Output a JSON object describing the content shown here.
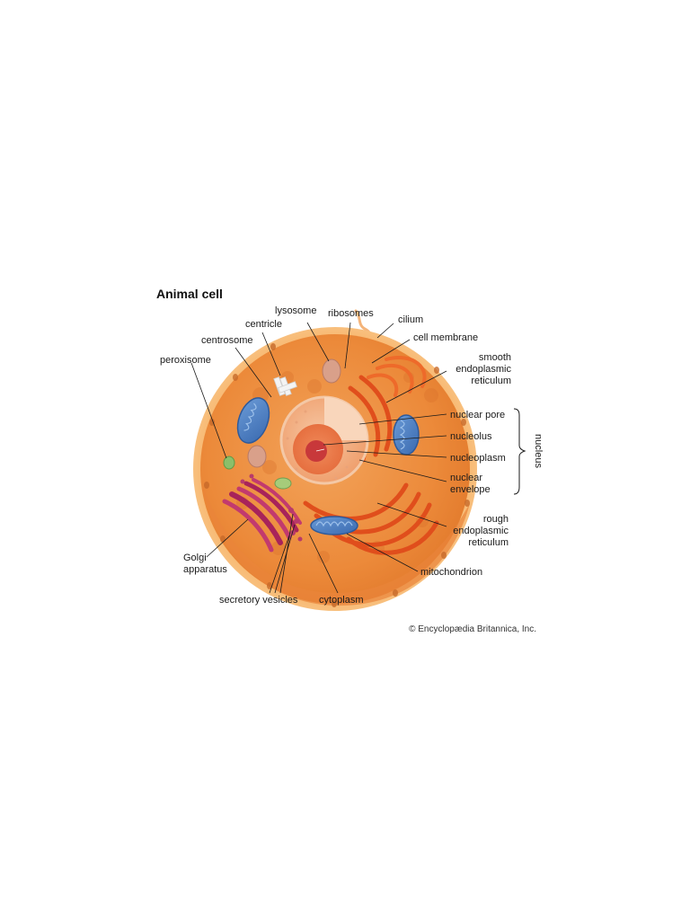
{
  "title": "Animal cell",
  "credit": "© Encyclopædia Britannica, Inc.",
  "labels": {
    "lysosome": "lysosome",
    "ribosomes": "ribosomes",
    "cilium": "cilium",
    "centricle": "centricle",
    "cell_membrane": "cell membrane",
    "centrosome": "centrosome",
    "peroxisome": "peroxisome",
    "smooth_er_1": "smooth",
    "smooth_er_2": "endoplasmic",
    "smooth_er_3": "reticulum",
    "nuclear_pore": "nuclear pore",
    "nucleolus": "nucleolus",
    "nucleoplasm": "nucleoplasm",
    "nuclear_envelope_1": "nuclear",
    "nuclear_envelope_2": "envelope",
    "nucleus": "nucleus",
    "rough_er_1": "rough",
    "rough_er_2": "endoplasmic",
    "rough_er_3": "reticulum",
    "golgi_1": "Golgi",
    "golgi_2": "apparatus",
    "mitochondrion": "mitochondrion",
    "secretory_vesicles": "secretory vesicles",
    "cytoplasm": "cytoplasm"
  }
}
